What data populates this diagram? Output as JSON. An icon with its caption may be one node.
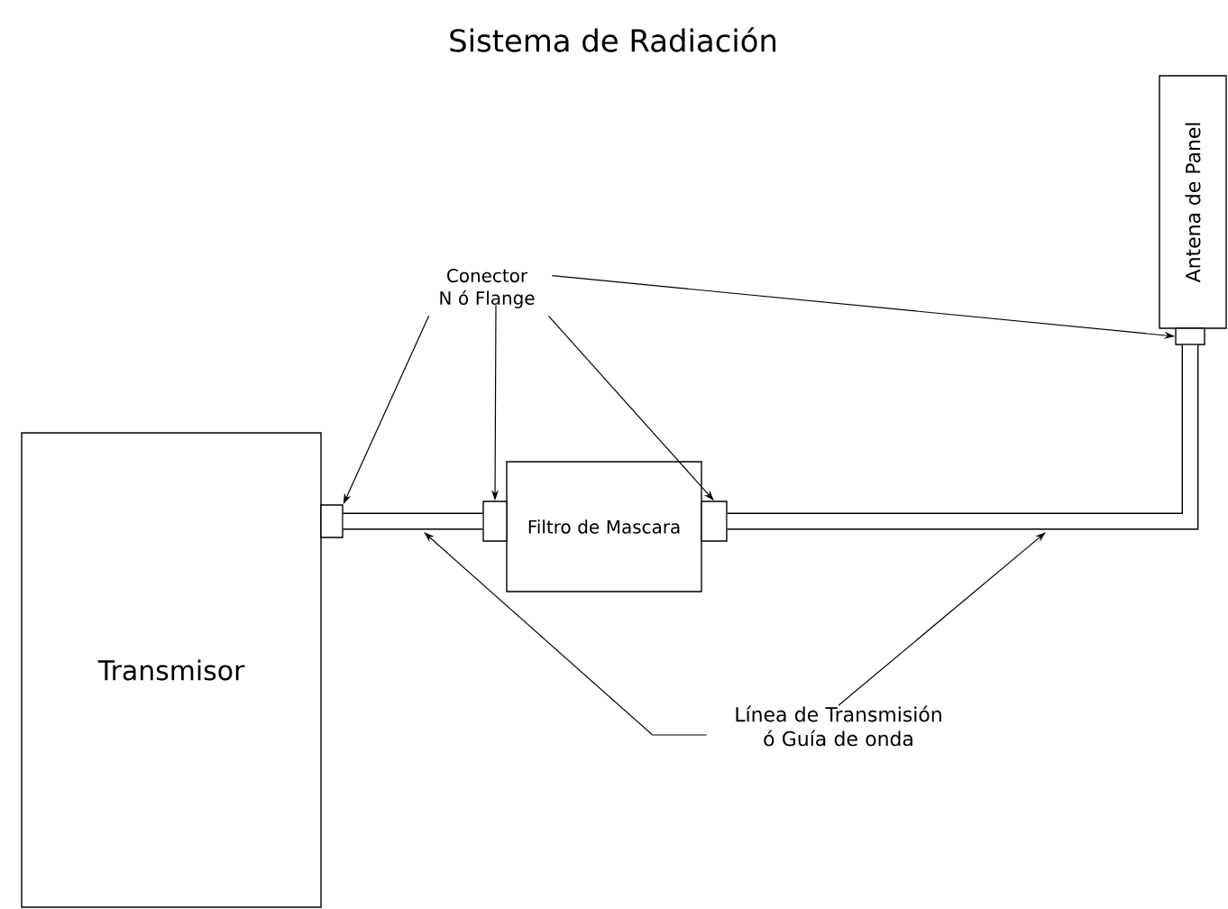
{
  "diagram": {
    "title": "Sistema de Radiación",
    "nodes": [
      {
        "text": [
          "Transmisor"
        ]
      },
      {
        "text": [
          "Filtro de Mascara"
        ]
      },
      {
        "text": [
          "Antena de Panel"
        ]
      },
      {
        "text": [],
        "shape": "box"
      },
      {
        "text": [],
        "shape": "box"
      },
      {
        "text": [],
        "shape": "box"
      },
      {
        "text": [],
        "shape": "box"
      },
      {
        "text": [
          "Conector N ó Flange"
        ]
      },
      {
        "text": [
          "Línea de Transmisión ó Guía de onda"
        ]
      }
    ],
    "edges": [
      {
        "from": 3,
        "to": 4,
        "arrow": "none",
        "style": "thick"
      },
      {
        "from": 5,
        "to": 6,
        "arrow": "none",
        "style": "thick"
      },
      {
        "from": 7,
        "to": 3,
        "arrow": "to"
      },
      {
        "from": 7,
        "to": 4,
        "arrow": "to"
      },
      {
        "from": 7,
        "to": 5,
        "arrow": "to"
      },
      {
        "from": 7,
        "to": 6,
        "arrow": "to"
      },
      {
        "from": 8,
        "to": null,
        "arrow": "to"
      },
      {
        "from": 8,
        "to": null,
        "arrow": "to"
      }
    ]
  }
}
